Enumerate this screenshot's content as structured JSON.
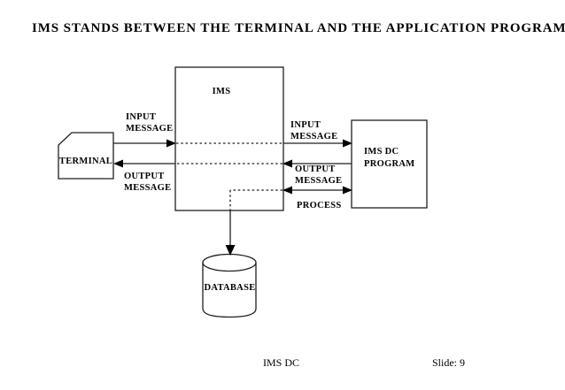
{
  "slide": {
    "title": "IMS STANDS BETWEEN THE TERMINAL AND THE APPLICATION PROGRAM",
    "footer": {
      "center_text": "IMS DC",
      "slide_number": "Slide: 9"
    }
  },
  "diagram": {
    "terminal": {
      "label": "TERMINAL"
    },
    "ims": {
      "label": "IMS"
    },
    "program": {
      "line1": "IMS DC",
      "line2": "PROGRAM"
    },
    "database": {
      "label": "DATABASE"
    },
    "flows": {
      "input_left": {
        "line1": "INPUT",
        "line2": "MESSAGE"
      },
      "output_left": {
        "line1": "OUTPUT",
        "line2": "MESSAGE"
      },
      "input_right": {
        "line1": "INPUT",
        "line2": "MESSAGE"
      },
      "output_right": {
        "line1": "OUTPUT",
        "line2": "MESSAGE"
      },
      "process": {
        "label": "PROCESS"
      }
    }
  },
  "colors": {
    "background": "#ffffff",
    "ink": "#000000",
    "line": "#1f1f1f"
  }
}
